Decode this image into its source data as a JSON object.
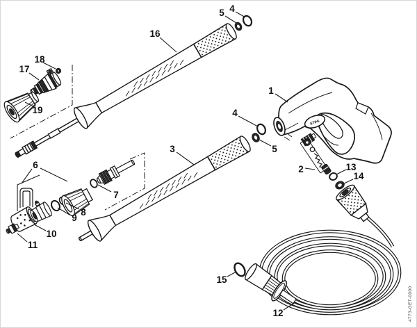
{
  "diagram": {
    "watermark_code": "4773-GET-0000",
    "gun_logo": "STIHL",
    "colors": {
      "line": "#1a1a1a",
      "background": "#ffffff",
      "dark_fill": "#262626"
    },
    "part_labels": [
      {
        "num": "16"
      },
      {
        "num": "5"
      },
      {
        "num": "4"
      },
      {
        "num": "18"
      },
      {
        "num": "17"
      },
      {
        "num": "19"
      },
      {
        "num": "1"
      },
      {
        "num": "4"
      },
      {
        "num": "5"
      },
      {
        "num": "3"
      },
      {
        "num": "2"
      },
      {
        "num": "13"
      },
      {
        "num": "14"
      },
      {
        "num": "6"
      },
      {
        "num": "7"
      },
      {
        "num": "8"
      },
      {
        "num": "9"
      },
      {
        "num": "10"
      },
      {
        "num": "11"
      },
      {
        "num": "15"
      },
      {
        "num": "12"
      }
    ]
  }
}
